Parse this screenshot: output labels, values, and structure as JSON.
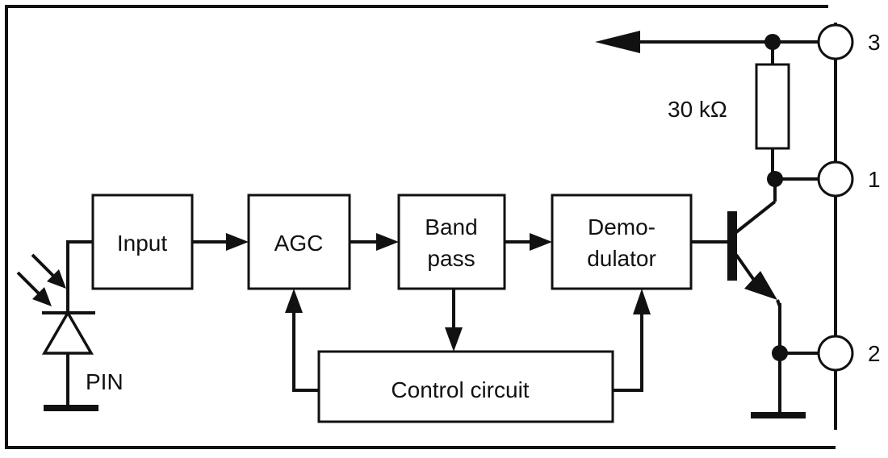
{
  "blocks": {
    "input": "Input",
    "agc": "AGC",
    "bandpass": [
      "Band",
      "pass"
    ],
    "demodulator": [
      "Demo-",
      "dulator"
    ],
    "control": "Control circuit"
  },
  "labels": {
    "resistor": "30 kΩ",
    "photodiode": "PIN"
  },
  "pins": [
    "3",
    "1",
    "2"
  ],
  "colors": {
    "line": "#111111",
    "background": "#ffffff"
  }
}
